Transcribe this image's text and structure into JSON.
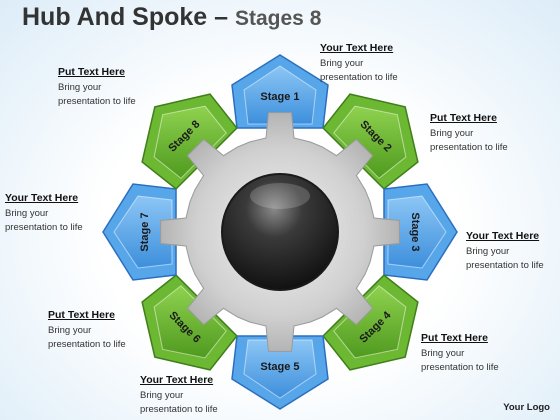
{
  "title": {
    "main": "Hub And Spoke",
    "dash": "–",
    "sub": "Stages 8"
  },
  "stages": [
    {
      "label": "Stage 1",
      "color": "blue"
    },
    {
      "label": "Stage 2",
      "color": "green"
    },
    {
      "label": "Stage 3",
      "color": "blue"
    },
    {
      "label": "Stage 4",
      "color": "green"
    },
    {
      "label": "Stage 5",
      "color": "blue"
    },
    {
      "label": "Stage 6",
      "color": "green"
    },
    {
      "label": "Stage 7",
      "color": "blue"
    },
    {
      "label": "Stage 8",
      "color": "green"
    }
  ],
  "callouts": [
    {
      "heading": "Your Text Here",
      "line1": "Bring your",
      "line2": "presentation to life"
    },
    {
      "heading": "Put Text Here",
      "line1": "Bring your",
      "line2": "presentation to life"
    },
    {
      "heading": "Your Text Here",
      "line1": "Bring your",
      "line2": "presentation to life"
    },
    {
      "heading": "Put Text Here",
      "line1": "Bring your",
      "line2": "presentation to life"
    },
    {
      "heading": "Your Text Here",
      "line1": "Bring your",
      "line2": "presentation to life"
    },
    {
      "heading": "Put Text Here",
      "line1": "Bring your",
      "line2": "presentation to life"
    },
    {
      "heading": "Your Text Here",
      "line1": "Bring your",
      "line2": "presentation to life"
    },
    {
      "heading": "Put Text Here",
      "line1": "Bring your",
      "line2": "presentation to life"
    }
  ],
  "logo": "Your Logo",
  "colors": {
    "blue_fill": "#58a6ea",
    "blue_stroke": "#2a6fbf",
    "green_fill": "#6cb833",
    "green_stroke": "#3f7f1a",
    "gear": "#c8c8c8",
    "gear_stroke": "#9a9a9a",
    "hub": "#2c2c2c"
  }
}
